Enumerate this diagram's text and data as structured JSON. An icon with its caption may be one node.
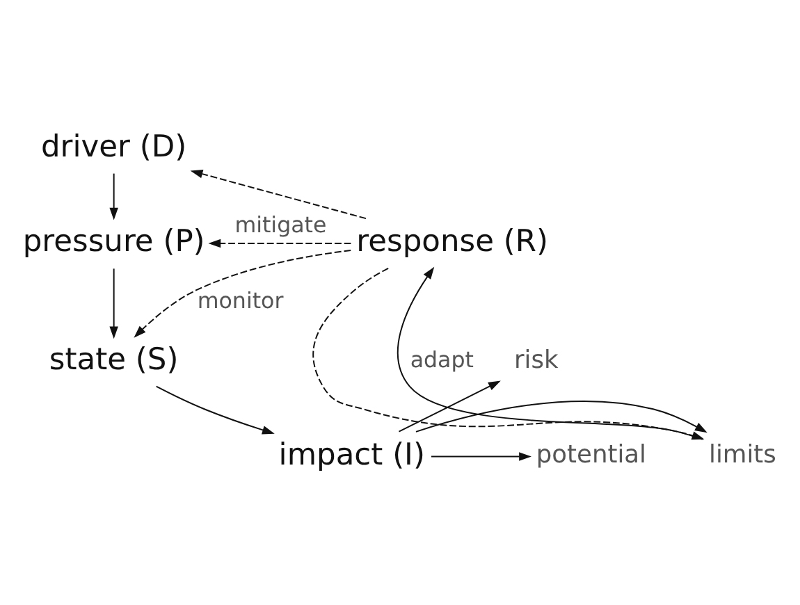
{
  "diagram": {
    "nodes": [
      {
        "text": [
          "driver (D)"
        ]
      },
      {
        "text": [
          "pressure (P)"
        ]
      },
      {
        "text": [
          "response (R)"
        ]
      },
      {
        "text": [
          "state (S)"
        ]
      },
      {
        "text": [
          "impact (I)"
        ]
      },
      {
        "text": [
          "risk"
        ]
      },
      {
        "text": [
          "limits"
        ]
      },
      {
        "text": [
          "potential"
        ]
      }
    ],
    "edges": [
      {
        "from": 0,
        "to": 1,
        "arrow": "to"
      },
      {
        "from": 1,
        "to": 3,
        "arrow": "to"
      },
      {
        "from": 3,
        "to": 4,
        "arrow": "to"
      },
      {
        "from": 4,
        "to": 5,
        "arrow": "to"
      },
      {
        "from": 4,
        "to": 6,
        "arrow": "to"
      },
      {
        "from": 4,
        "to": 7,
        "arrow": "to"
      },
      {
        "from": 2,
        "to": 0,
        "arrow": "to",
        "style": "dashed"
      },
      {
        "from": 2,
        "to": 1,
        "arrow": "to",
        "style": "dashed",
        "label": "mitigate"
      },
      {
        "from": 2,
        "to": 3,
        "arrow": "to",
        "style": "dashed",
        "label": "monitor"
      },
      {
        "from": 2,
        "to": 6,
        "arrow": "to",
        "style": "dashed"
      },
      {
        "from": 6,
        "to": 2,
        "arrow": "to",
        "label": "adapt"
      }
    ]
  }
}
